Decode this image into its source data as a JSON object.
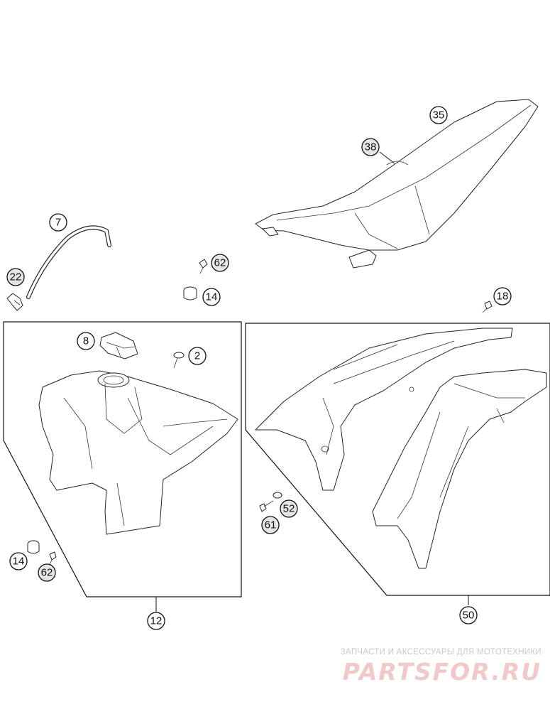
{
  "callouts": {
    "c35": "35",
    "c38": "38",
    "c7": "7",
    "c22": "22",
    "c62a": "62",
    "c14a": "14",
    "c18": "18",
    "c8": "8",
    "c2": "2",
    "c14b": "14",
    "c62b": "62",
    "c12": "12",
    "c52": "52",
    "c61": "61",
    "c50": "50"
  },
  "watermark": {
    "tagline": "ЗАПЧАСТИ И АКСЕССУАРЫ ДЛЯ МОТОТЕХНИКИ",
    "logo": "PARTSFOR.RU"
  },
  "colors": {
    "line": "#111111",
    "watermark_logo": "#f1c9c9",
    "watermark_text": "#c9c9c9"
  }
}
